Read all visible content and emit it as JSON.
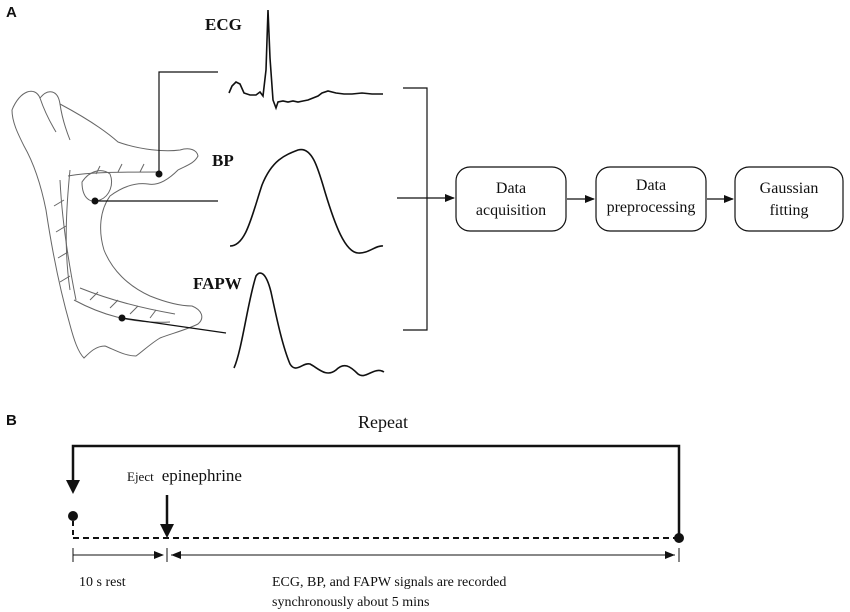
{
  "panel_a": {
    "letter": "A",
    "signals": {
      "ecg": "ECG",
      "bp": "BP",
      "fapw": "FAPW"
    },
    "steps": [
      {
        "line1": "Data",
        "line2": "acquisition"
      },
      {
        "line1": "Data",
        "line2": "preprocessing"
      },
      {
        "line1": "Gaussian",
        "line2": "fitting"
      }
    ]
  },
  "panel_b": {
    "letter": "B",
    "repeat": "Repeat",
    "eject_prefix": "Eject",
    "eject_drug": "epinephrine",
    "rest": "10 s rest",
    "record_line1": "ECG, BP, and FAPW signals are recorded",
    "record_line2": "synchronously about 5 mins"
  },
  "colors": {
    "ink": "#111111",
    "background": "#ffffff"
  }
}
